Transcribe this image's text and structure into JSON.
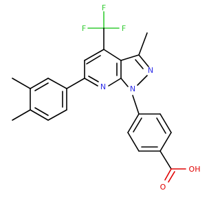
{
  "atoms": {
    "f_top": "F",
    "f_left": "F",
    "f_right": "F",
    "n_ring_pyridine": "N",
    "n_ring_pyrazole_n1": "N",
    "n_ring_pyrazole_n2": "N",
    "o_carbonyl": "O",
    "oh_hydroxyl": "OH"
  },
  "colors": {
    "bond": "#000000",
    "nitrogen": "#2a2ae8",
    "oxygen": "#e00000",
    "fluorine": "#33cc33"
  }
}
